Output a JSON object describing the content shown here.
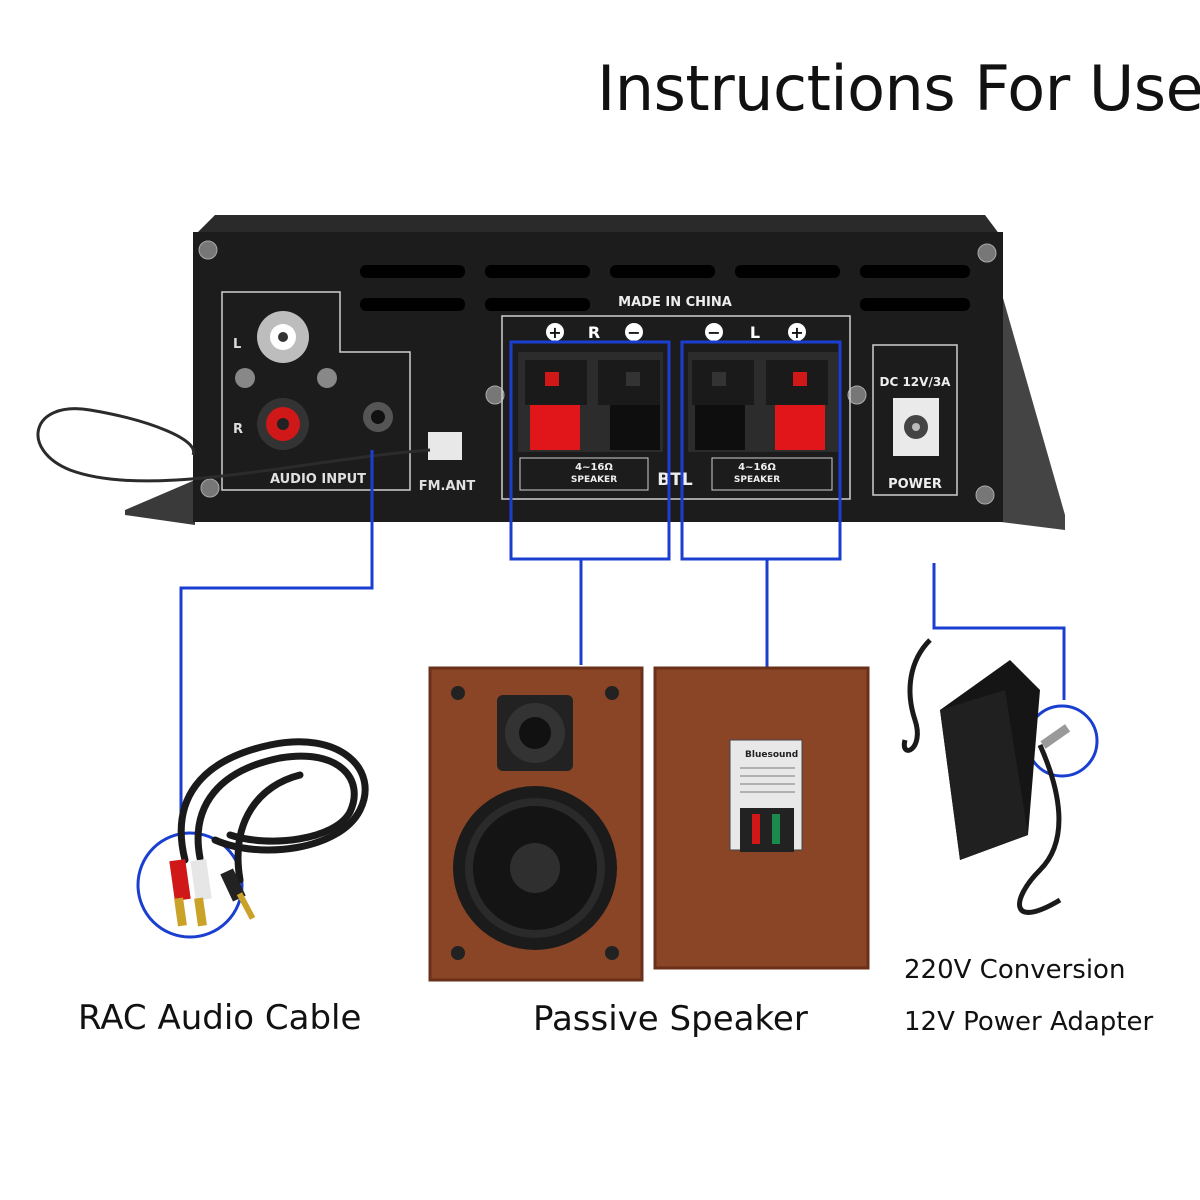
{
  "title": "Instructions For Use",
  "amplifier": {
    "made_in": "MADE IN CHINA",
    "audio_input_label": "AUDIO INPUT",
    "fm_ant_label": "FM.ANT",
    "channel_left": "L",
    "channel_right": "R",
    "speaker_spec": "4~16Ω",
    "speaker_word": "SPEAKER",
    "btl": "BTL",
    "dc_label": "DC 12V/3A",
    "power_label": "POWER",
    "plus": "+",
    "minus": "−"
  },
  "speaker_back_brand": "Bluesound",
  "captions": {
    "cable": "RAC Audio Cable",
    "speaker": "Passive Speaker",
    "adapter_line1": "220V Conversion",
    "adapter_line2": "12V Power Adapter"
  },
  "colors": {
    "connector_line": "#1a3fd0",
    "amp_body": "#1c1c1c",
    "wood": "#8a4526",
    "terminal_red": "#e0161a"
  }
}
